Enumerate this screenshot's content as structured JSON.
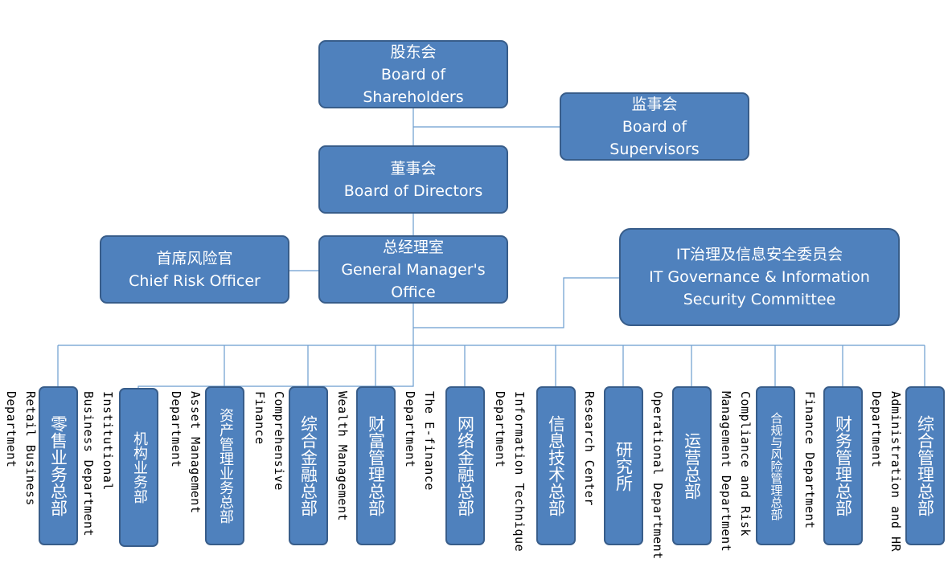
{
  "top": {
    "shareholders": {
      "cn": "股东会",
      "en1": "Board of",
      "en2": "Shareholders"
    },
    "supervisors": {
      "cn": "监事会",
      "en1": "Board of",
      "en2": "Supervisors"
    },
    "directors": {
      "cn": "董事会",
      "en": "Board of Directors"
    },
    "gm": {
      "cn": "总经理室",
      "en1": "General Manager's",
      "en2": "Office"
    },
    "cro": {
      "cn": "首席风险官",
      "en": "Chief Risk Officer"
    },
    "it_committee": {
      "cn": "IT治理及信息安全委员会",
      "en1": "IT Governance & Information",
      "en2": "Security Committee"
    }
  },
  "departments": [
    {
      "cn": "零售业务总部",
      "en": "Retail Business\nDepartment"
    },
    {
      "cn": "机构业务部",
      "en": "Institutional\nBusiness Department"
    },
    {
      "cn": "资产管理业务总部",
      "en": "Asset Management\nDepartment"
    },
    {
      "cn": "综合金融总部",
      "en": "Comprehensive\nFinance"
    },
    {
      "cn": "财富管理总部",
      "en": "Wealth Management"
    },
    {
      "cn": "网络金融总部",
      "en": "The E-finance\nDepartment"
    },
    {
      "cn": "信息技术总部",
      "en": "Information Technique\nDepartment"
    },
    {
      "cn": "研究所",
      "en": "Research Center"
    },
    {
      "cn": "运营总部",
      "en": "Operational Department"
    },
    {
      "cn": "合规与风险管理总部",
      "en": "Compliance and Risk\nManagement Department"
    },
    {
      "cn": "财务管理总部",
      "en": "Finance Department"
    },
    {
      "cn": "综合管理总部",
      "en": "Administration and HR\nDepartment"
    }
  ],
  "colors": {
    "box_fill": "#4f81bd",
    "box_border": "#385d8a",
    "connector": "#6a9ccf",
    "text_light": "#ffffff",
    "text_dark": "#000000"
  }
}
